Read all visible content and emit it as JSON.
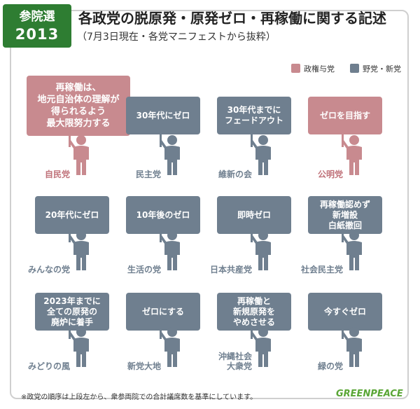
{
  "badge": {
    "line1": "参院選",
    "line2": "2013"
  },
  "title": "各政党の脱原発・原発ゼロ・再稼働に関する記述",
  "subtitle": "（7月3日現在・各党マニフェストから抜粋）",
  "legend": [
    {
      "label": "政権与党",
      "color": "#c88a8f"
    },
    {
      "label": "野党・新党",
      "color": "#6f7f8f"
    }
  ],
  "colors": {
    "ruling": "#c88a8f",
    "opposition": "#6f7f8f",
    "ruling_text": "#c0727a",
    "logo": "#5aa636",
    "badge": "#2e7d32"
  },
  "parties": [
    {
      "name": "自民党",
      "statement": "再稼働は、\n地元自治体の理解が\n得られるよう\n最大限努力する",
      "group": "ruling"
    },
    {
      "name": "民主党",
      "statement": "30年代にゼロ",
      "group": "opposition"
    },
    {
      "name": "維新の会",
      "statement": "30年代までに\nフェードアウト",
      "group": "opposition"
    },
    {
      "name": "公明党",
      "statement": "ゼロを目指す",
      "group": "ruling"
    },
    {
      "name": "みんなの党",
      "statement": "20年代にゼロ",
      "group": "opposition"
    },
    {
      "name": "生活の党",
      "statement": "10年後のゼロ",
      "group": "opposition"
    },
    {
      "name": "日本共産党",
      "statement": "即時ゼロ",
      "group": "opposition"
    },
    {
      "name": "社会民主党",
      "statement": "再稼働認めず\n新増設\n白紙撤回",
      "group": "opposition"
    },
    {
      "name": "みどりの風",
      "statement": "2023年までに\n全ての原発の\n廃炉に着手",
      "group": "opposition"
    },
    {
      "name": "新党大地",
      "statement": "ゼロにする",
      "group": "opposition"
    },
    {
      "name": "沖縄社会\n大衆党",
      "statement": "再稼働と\n新規原発を\nやめさせる",
      "group": "opposition"
    },
    {
      "name": "緑の党",
      "statement": "今すぐゼロ",
      "group": "opposition"
    }
  ],
  "footnote": "※政党の順序は上段左から、衆参両院での合計議席数を基準にしています。",
  "logo": "GREENPEACE"
}
